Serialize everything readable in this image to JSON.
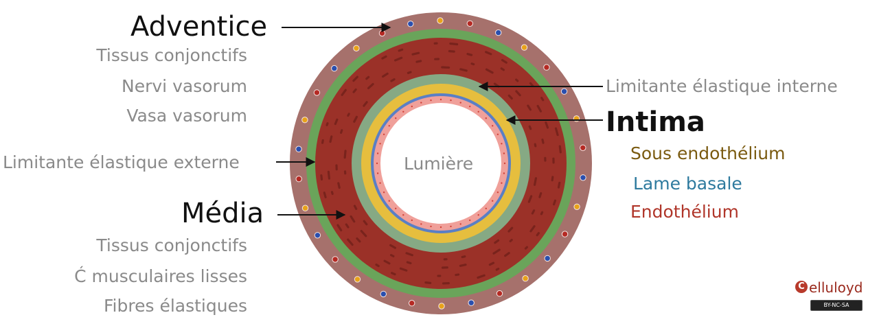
{
  "labels": {
    "adventice": "Adventice",
    "adventice_items": [
      "Tissus conjonctifs",
      "Nervi vasorum",
      "Vasa vasorum"
    ],
    "limitante_externe": "Limitante élastique externe",
    "media": "Média",
    "media_items": [
      "Tissus conjonctifs",
      "Ć musculaires lisses",
      "Fibres élastiques"
    ],
    "limitante_interne": "Limitante élastique interne",
    "intima": "Intima",
    "intima_items": [
      "Sous endothélium",
      "Lame basale",
      "Endothélium"
    ],
    "lumiere": "Lumière"
  },
  "colors": {
    "adventice": "#a6716c",
    "externe": "#6aa45a",
    "media": "#9b3128",
    "interne": "#86a984",
    "sous_endothelium": "#e6be3e",
    "lame_basale": "#5a7fc5",
    "endothelium": "#f0a09a",
    "sous_endothelium_text": "#7a5a10",
    "lame_basale_text": "#2e7a9e",
    "endothelium_text": "#b0362a"
  },
  "logo": {
    "brand": "elluloyd",
    "license": "BY-NC-SA"
  }
}
